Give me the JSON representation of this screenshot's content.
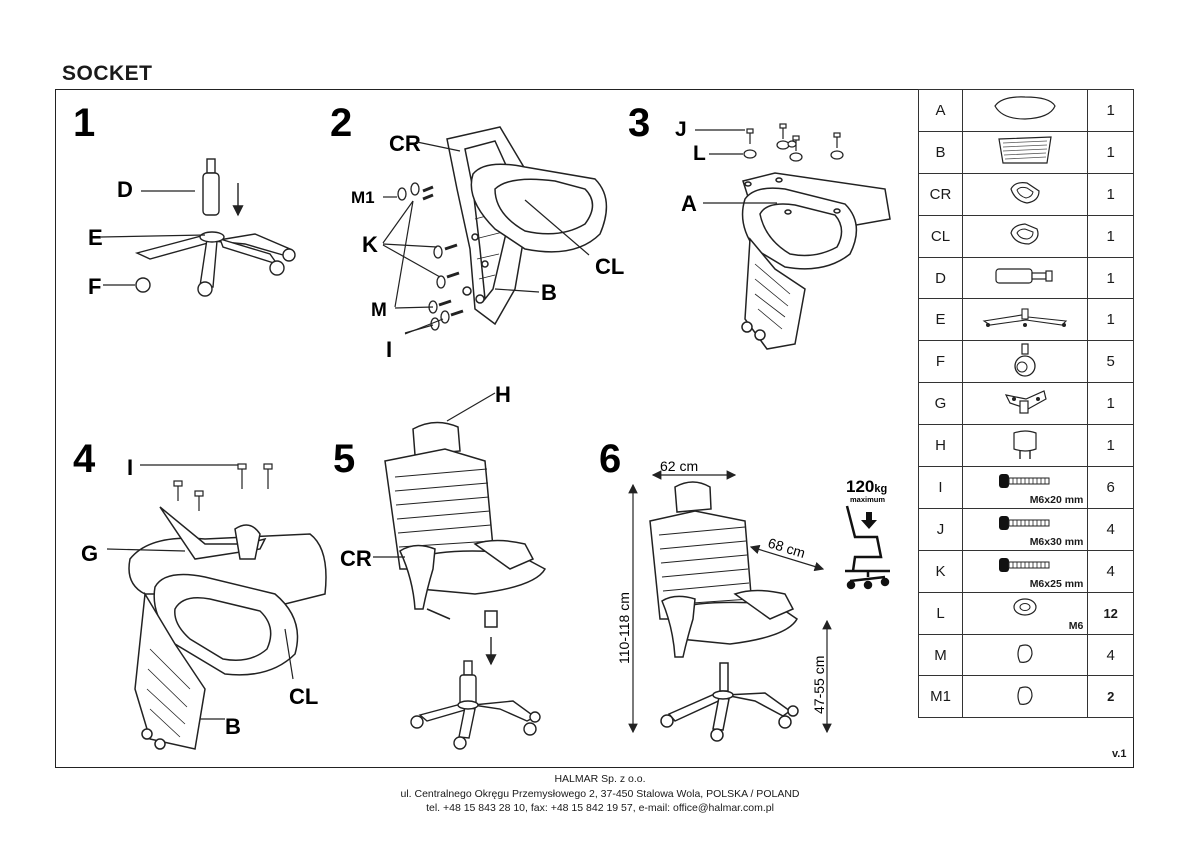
{
  "document": {
    "title": "SOCKET",
    "version": "v.1"
  },
  "steps": [
    {
      "number": "1",
      "labels": [
        "D",
        "E",
        "F"
      ]
    },
    {
      "number": "2",
      "labels": [
        "CR",
        "M1",
        "K",
        "M",
        "I",
        "CL",
        "B"
      ]
    },
    {
      "number": "3",
      "labels": [
        "J",
        "L",
        "A"
      ]
    },
    {
      "number": "4",
      "labels": [
        "I",
        "G",
        "CL",
        "B"
      ]
    },
    {
      "number": "5",
      "labels": [
        "H",
        "CR"
      ]
    },
    {
      "number": "6",
      "labels": []
    }
  ],
  "dimensions": {
    "width": "62 cm",
    "depth": "68 cm",
    "height_total": "110-118 cm",
    "seat_height": "47-55 cm",
    "max_load": "120",
    "max_load_unit": "kg",
    "max_load_caption": "maximum"
  },
  "parts": [
    {
      "code": "A",
      "icon": "seat-cushion-icon",
      "qty": "1"
    },
    {
      "code": "B",
      "icon": "mesh-backrest-icon",
      "qty": "1"
    },
    {
      "code": "CR",
      "icon": "right-armrest-icon",
      "qty": "1"
    },
    {
      "code": "CL",
      "icon": "left-armrest-icon",
      "qty": "1"
    },
    {
      "code": "D",
      "icon": "gas-lift-icon",
      "qty": "1"
    },
    {
      "code": "E",
      "icon": "star-base-icon",
      "qty": "1"
    },
    {
      "code": "F",
      "icon": "caster-wheel-icon",
      "qty": "5"
    },
    {
      "code": "G",
      "icon": "tilt-mechanism-icon",
      "qty": "1"
    },
    {
      "code": "H",
      "icon": "headrest-icon",
      "qty": "1"
    },
    {
      "code": "I",
      "icon": "bolt-icon",
      "spec": "M6x20 mm",
      "qty": "6"
    },
    {
      "code": "J",
      "icon": "bolt-icon",
      "spec": "M6x30 mm",
      "qty": "4"
    },
    {
      "code": "K",
      "icon": "bolt-icon",
      "spec": "M6x25 mm",
      "qty": "4"
    },
    {
      "code": "L",
      "icon": "washer-icon",
      "spec": "M6",
      "qty": "12",
      "bold": true
    },
    {
      "code": "M",
      "icon": "cap-icon",
      "qty": "4"
    },
    {
      "code": "M1",
      "icon": "cap-icon",
      "qty": "2",
      "bold": true
    }
  ],
  "footer": {
    "company": "HALMAR Sp. z o.o.",
    "address": "ul. Centralnego Okręgu Przemysłowego 2, 37-450 Stalowa Wola, POLSKA / POLAND",
    "contact": "tel. +48 15 843 28 10, fax: +48 15 842 19 57, e-mail: office@halmar.com.pl"
  }
}
